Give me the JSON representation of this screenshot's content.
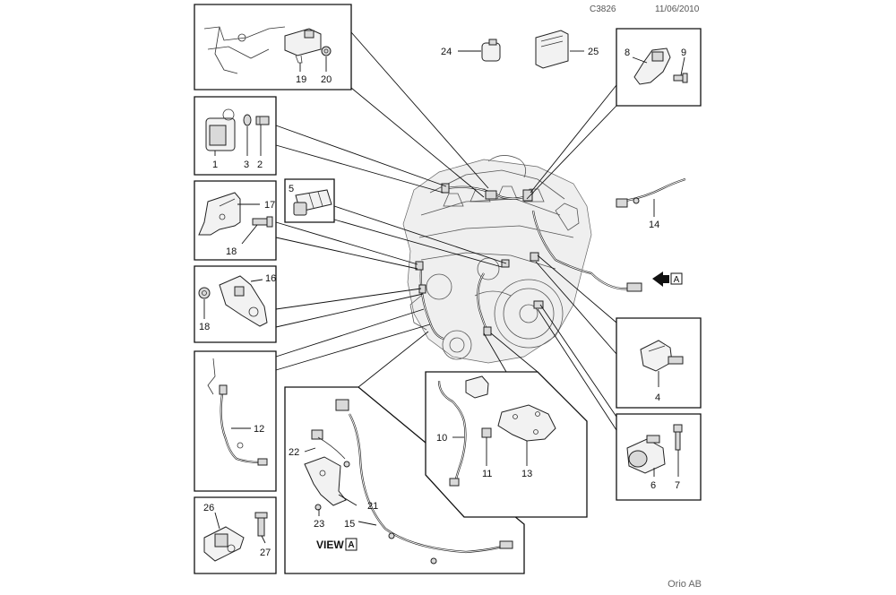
{
  "header": {
    "code": "C3826",
    "date": "11/06/2010"
  },
  "footer": {
    "brand": "Orio AB"
  },
  "labels": {
    "n1": "1",
    "n2": "2",
    "n3": "3",
    "n4": "4",
    "n5": "5",
    "n6": "6",
    "n7": "7",
    "n8": "8",
    "n9": "9",
    "n10": "10",
    "n11": "11",
    "n12": "12",
    "n13": "13",
    "n14": "14",
    "n15": "15",
    "n16": "16",
    "n17": "17",
    "n18a": "18",
    "n18b": "18",
    "n19": "19",
    "n20": "20",
    "n21": "21",
    "n22": "22",
    "n23": "23",
    "n24": "24",
    "n25": "25",
    "n26": "26",
    "n27": "27"
  },
  "view": {
    "label": "VIEW",
    "marker": "A"
  },
  "arrow_marker": "A"
}
